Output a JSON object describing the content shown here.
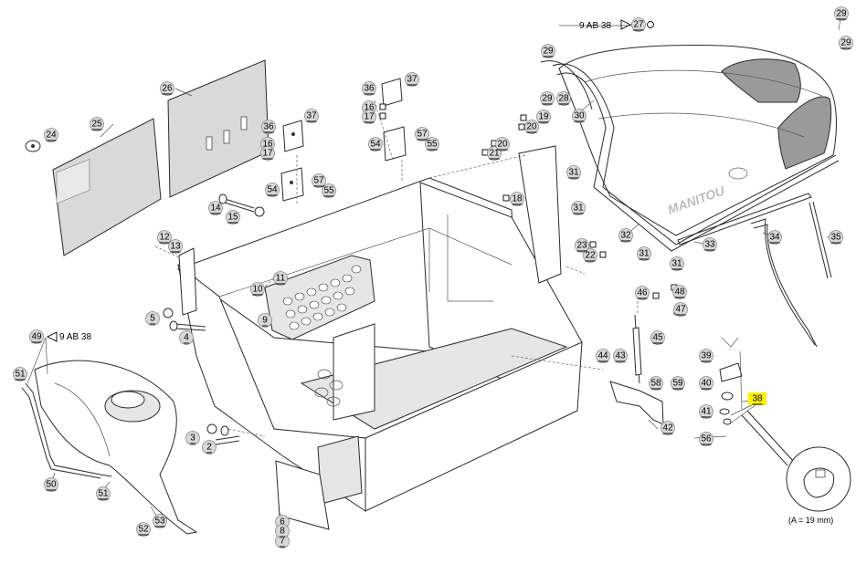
{
  "diagram": {
    "brand_logo": "MANITOU",
    "references": [
      {
        "prefix": "9 AB 38",
        "part": "27"
      },
      {
        "prefix": "9 AB 38",
        "part": "49"
      }
    ],
    "dimension_note": "(A = 19 mm)",
    "highlighted_part": "38",
    "square_marked_parts": [
      "16",
      "17",
      "18",
      "19",
      "20",
      "21",
      "22",
      "23",
      "46",
      "47",
      "48"
    ],
    "parts": [
      "2",
      "3",
      "4",
      "5",
      "6",
      "7",
      "8",
      "9",
      "10",
      "11",
      "12",
      "13",
      "14",
      "15",
      "16",
      "17",
      "18",
      "19",
      "20",
      "21",
      "22",
      "23",
      "24",
      "25",
      "26",
      "27",
      "28",
      "29",
      "30",
      "31",
      "32",
      "33",
      "34",
      "35",
      "36",
      "37",
      "38",
      "39",
      "40",
      "41",
      "42",
      "43",
      "44",
      "45",
      "46",
      "47",
      "48",
      "49",
      "50",
      "51",
      "52",
      "53",
      "54",
      "55",
      "56",
      "57",
      "58",
      "59"
    ]
  }
}
